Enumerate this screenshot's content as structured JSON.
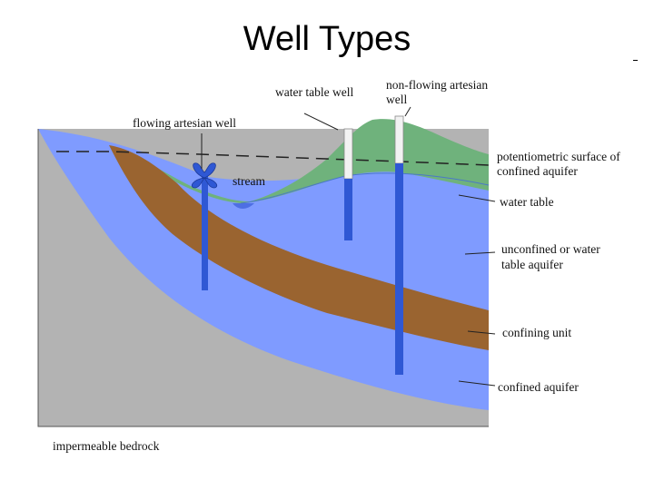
{
  "title": "Well Types",
  "labels": {
    "water_table_well": "water table well",
    "non_flowing_line1": "non-flowing artesian",
    "non_flowing_line2": "well",
    "flowing_artesian_well": "flowing artesian well",
    "stream": "stream",
    "potentiometric_line1": "potentiometric surface of",
    "potentiometric_line2": "confined aquifer",
    "water_table": "water table",
    "unconfined_line1": "unconfined or water",
    "unconfined_line2": "table aquifer",
    "confining_unit": "confining unit",
    "confined_aquifer": "confined aquifer",
    "impermeable_bedrock": "impermeable bedrock"
  },
  "colors": {
    "bedrock": "#b3b3b3",
    "aquifer": "#7f9bff",
    "confining_unit": "#9a6430",
    "unsaturated_hill": "#6fb27c",
    "well_casing": "#2f58d4",
    "well_screen": "#f2f2f2",
    "stream_water": "#4e6fe3"
  }
}
